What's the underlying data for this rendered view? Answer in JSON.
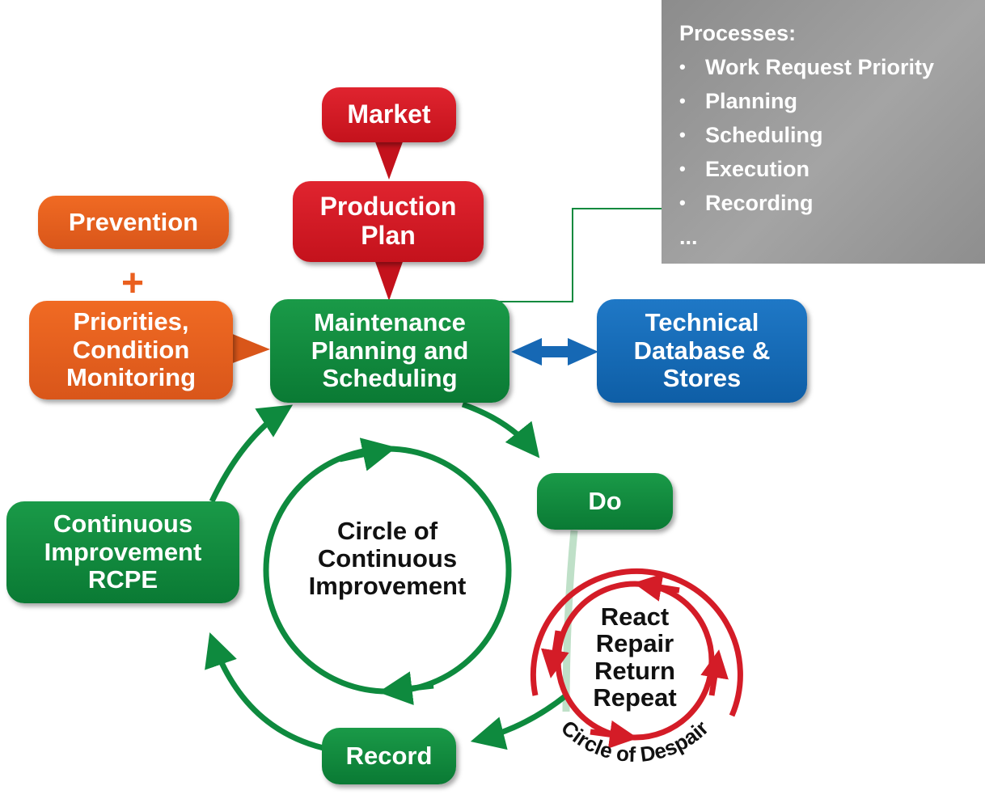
{
  "market": "Market",
  "production_plan": [
    "Production",
    "Plan"
  ],
  "prevention": "Prevention",
  "plus": "+",
  "priorities": [
    "Priorities,",
    "Condition",
    "Monitoring"
  ],
  "maintenance": [
    "Maintenance",
    "Planning and",
    "Scheduling"
  ],
  "technical": [
    "Technical",
    "Database &",
    "Stores"
  ],
  "processes": {
    "title": "Processes:",
    "bullet": "•",
    "items": [
      "Work Request Priority",
      "Planning",
      "Scheduling",
      "Execution",
      "Recording"
    ],
    "more": "..."
  },
  "do": "Do",
  "record": "Record",
  "continuous": [
    "Continuous",
    "Improvement",
    "RCPE"
  ],
  "circle_ci": [
    "Circle of",
    "Continuous",
    "Improvement"
  ],
  "react": [
    "React",
    "Repair",
    "Return",
    "Repeat"
  ],
  "circle_despair": "Circle of Despair",
  "colors": {
    "red": "#d41c27",
    "orange": "#ea5f1e",
    "green": "#0e8a3e",
    "blue": "#1668b4",
    "gray": "#999999"
  }
}
